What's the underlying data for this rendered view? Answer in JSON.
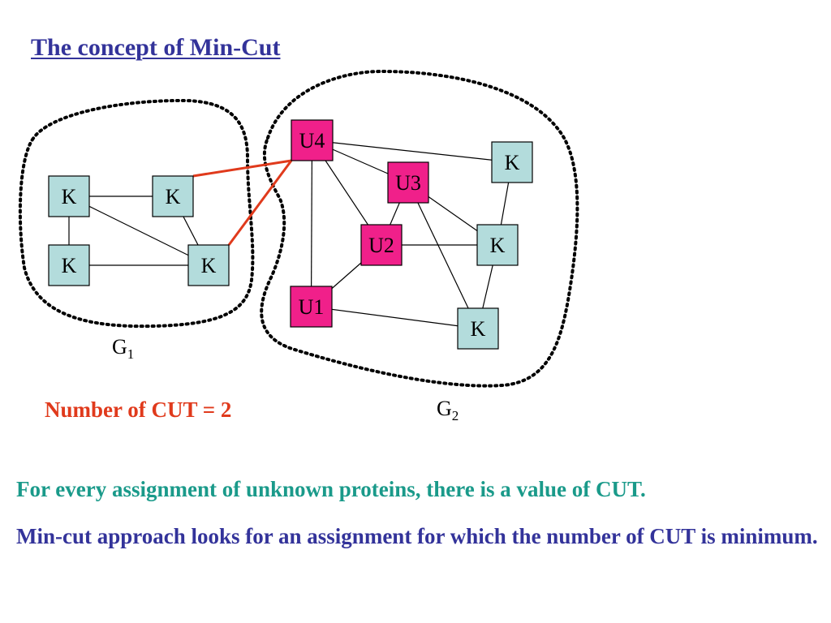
{
  "title": "The concept of Min-Cut",
  "nodes": [
    {
      "id": "k1",
      "label": "K",
      "type": "known"
    },
    {
      "id": "k2",
      "label": "K",
      "type": "known"
    },
    {
      "id": "k3",
      "label": "K",
      "type": "known"
    },
    {
      "id": "k4",
      "label": "K",
      "type": "known"
    },
    {
      "id": "u4",
      "label": "U4",
      "type": "unknown"
    },
    {
      "id": "u3",
      "label": "U3",
      "type": "unknown"
    },
    {
      "id": "u2",
      "label": "U2",
      "type": "unknown"
    },
    {
      "id": "u1",
      "label": "U1",
      "type": "unknown"
    },
    {
      "id": "k5",
      "label": "K",
      "type": "known"
    },
    {
      "id": "k6",
      "label": "K",
      "type": "known"
    },
    {
      "id": "k7",
      "label": "K",
      "type": "known"
    }
  ],
  "edges": [
    {
      "from": "k1",
      "to": "k2",
      "cut": false
    },
    {
      "from": "k1",
      "to": "k3",
      "cut": false
    },
    {
      "from": "k1",
      "to": "k4",
      "cut": false
    },
    {
      "from": "k2",
      "to": "k4",
      "cut": false
    },
    {
      "from": "k3",
      "to": "k4",
      "cut": false
    },
    {
      "from": "k2",
      "to": "u4",
      "cut": true
    },
    {
      "from": "k4",
      "to": "u4",
      "cut": true
    },
    {
      "from": "u4",
      "to": "u3",
      "cut": false
    },
    {
      "from": "u4",
      "to": "u2",
      "cut": false
    },
    {
      "from": "u4",
      "to": "u1",
      "cut": false
    },
    {
      "from": "u4",
      "to": "k5",
      "cut": false
    },
    {
      "from": "u3",
      "to": "u2",
      "cut": false
    },
    {
      "from": "u3",
      "to": "k6",
      "cut": false
    },
    {
      "from": "u3",
      "to": "k7",
      "cut": false
    },
    {
      "from": "u2",
      "to": "u1",
      "cut": false
    },
    {
      "from": "u2",
      "to": "k6",
      "cut": false
    },
    {
      "from": "u1",
      "to": "k7",
      "cut": false
    },
    {
      "from": "k5",
      "to": "k6",
      "cut": false
    },
    {
      "from": "k6",
      "to": "k7",
      "cut": false
    }
  ],
  "groups": [
    {
      "id": "g1",
      "letter": "G",
      "subscript": "1"
    },
    {
      "id": "g2",
      "letter": "G",
      "subscript": "2"
    }
  ],
  "cut_text": "Number of CUT = 2",
  "paragraphs": [
    "For every assignment of unknown proteins, there is a value of CUT.",
    "Min-cut approach looks for an assignment for which the number of CUT is minimum."
  ],
  "colors": {
    "known_fill": "#b3dcdc",
    "unknown_fill": "#f0208a",
    "cut_edge": "#e03a1c",
    "edge": "#000000",
    "title": "#33339a",
    "cut_text": "#e03a1c",
    "para1": "#1a9a8a",
    "para2": "#33339a"
  }
}
